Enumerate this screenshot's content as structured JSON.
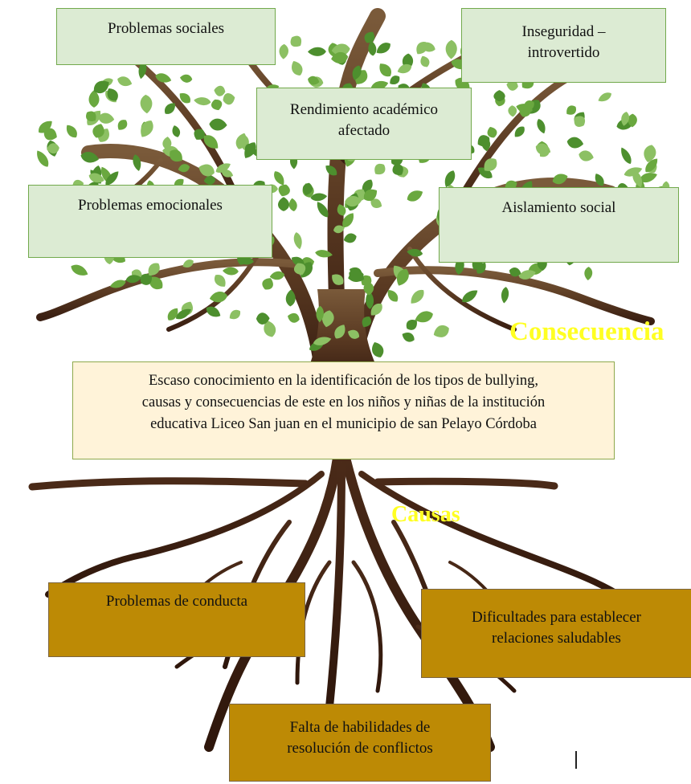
{
  "consequences_heading": "Consecuencia",
  "causes_heading": "Causas",
  "consequences": [
    "Problemas sociales",
    "Inseguridad –\nintrovertido",
    "Rendimiento académico\nafectado",
    "Problemas emocionales",
    "Aislamiento social"
  ],
  "central_problem": "Escaso conocimiento en la identificación de los tipos de bullying,\ncausas y consecuencias de este en los niños y niñas de la institución\neducativa Liceo San juan en el municipio de san Pelayo Córdoba",
  "causes": [
    "Problemas de conducta",
    "Dificultades para establecer\nrelaciones saludables",
    "Falta de habilidades de\nresolución de conflictos"
  ],
  "colors": {
    "leaf_dark": "#4d8f2e",
    "leaf_mid": "#6aa83f",
    "leaf_light": "#8cc063",
    "trunk_top": "#7a5a3a",
    "trunk_bottom": "#3a1f12",
    "heading_yellow": "#ffff22",
    "consequence_box": "#dcebd3",
    "problem_box": "#fff3d9",
    "cause_box": "#bd8a05"
  }
}
